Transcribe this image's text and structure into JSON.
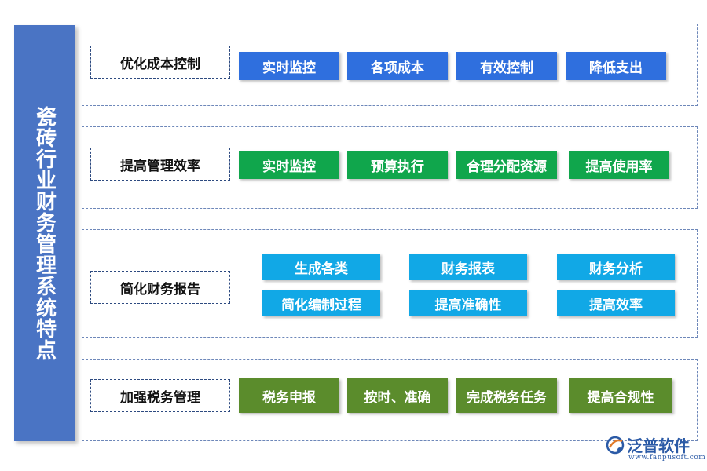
{
  "title": "瓷砖行业财务管理系统特点",
  "colors": {
    "title_bg": "#4a74c4",
    "row1": "#2f6fde",
    "row2": "#10a64c",
    "row3": "#11a8e6",
    "row4": "#5b8c2c"
  },
  "rows": [
    {
      "label": "优化成本控制",
      "items": [
        "实时监控",
        "各项成本",
        "有效控制",
        "降低支出"
      ]
    },
    {
      "label": "提高管理效率",
      "items": [
        "实时监控",
        "预算执行",
        "合理分配资源",
        "提高使用率"
      ]
    },
    {
      "label": "简化财务报告",
      "items": [
        "生成各类",
        "财务报表",
        "财务分析",
        "简化编制过程",
        "提高准确性",
        "提高效率"
      ]
    },
    {
      "label": "加强税务管理",
      "items": [
        "税务申报",
        "按时、准确",
        "完成税务任务",
        "提高合规性"
      ]
    }
  ],
  "watermark": {
    "brand": "泛普软件",
    "url": "www.fanpusoft.com",
    "icon": "fanpu-logo-icon"
  }
}
